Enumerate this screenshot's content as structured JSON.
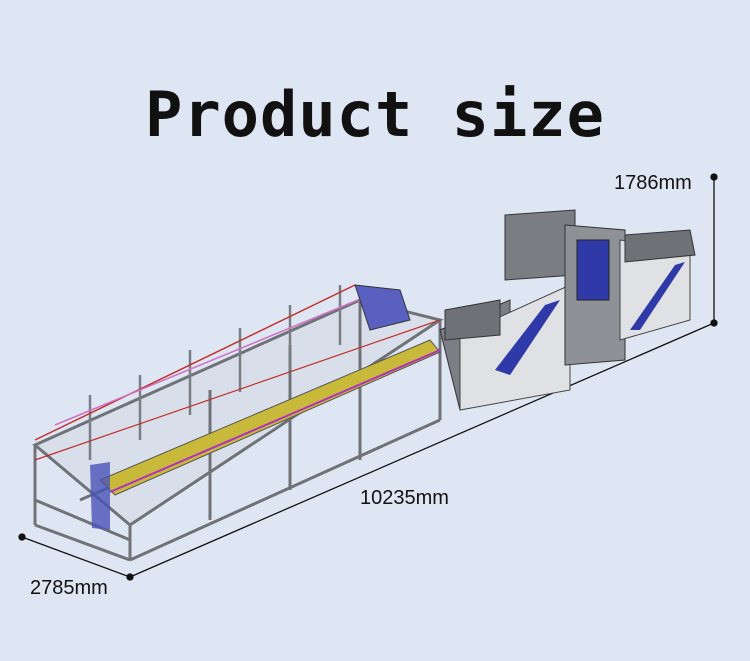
{
  "title": "Product size",
  "dimensions": {
    "height": "1786mm",
    "length": "10235mm",
    "width": "2785mm"
  },
  "colors": {
    "background": "#dfe6f3",
    "accent_blue": "#2f3aa8",
    "frame_gray": "#8a8d92"
  }
}
